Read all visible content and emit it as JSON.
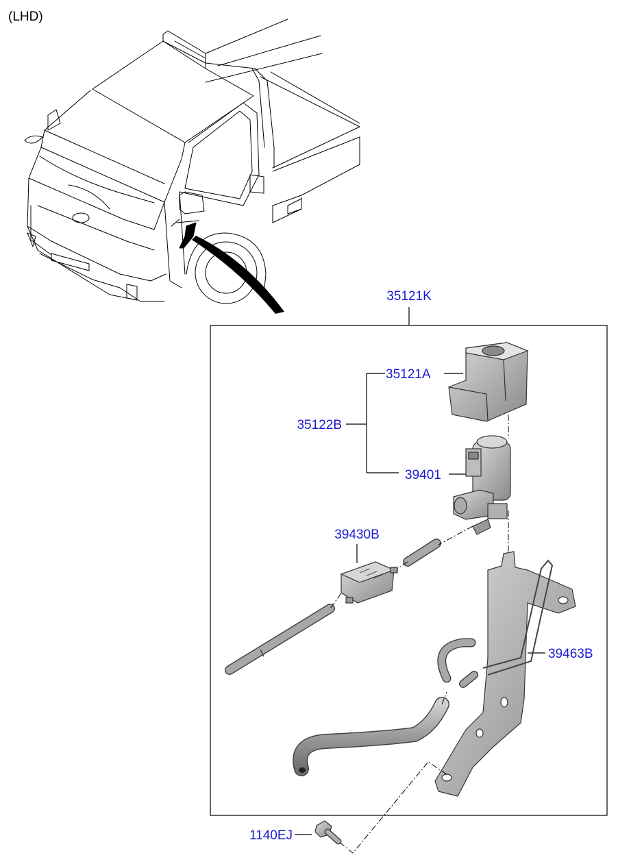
{
  "header": {
    "variant_label": "(LHD)"
  },
  "callouts": {
    "assembly": "35121K",
    "cover": "35121A",
    "sub_assembly": "35122B",
    "solenoid_valve": "39401",
    "filter": "39430B",
    "bracket": "39463B",
    "bolt": "1140EJ"
  },
  "colors": {
    "callout_text": "#1a1ad6",
    "part_fill": "#b9b9b9",
    "part_shade": "#8f8f8f",
    "line": "#000000"
  }
}
